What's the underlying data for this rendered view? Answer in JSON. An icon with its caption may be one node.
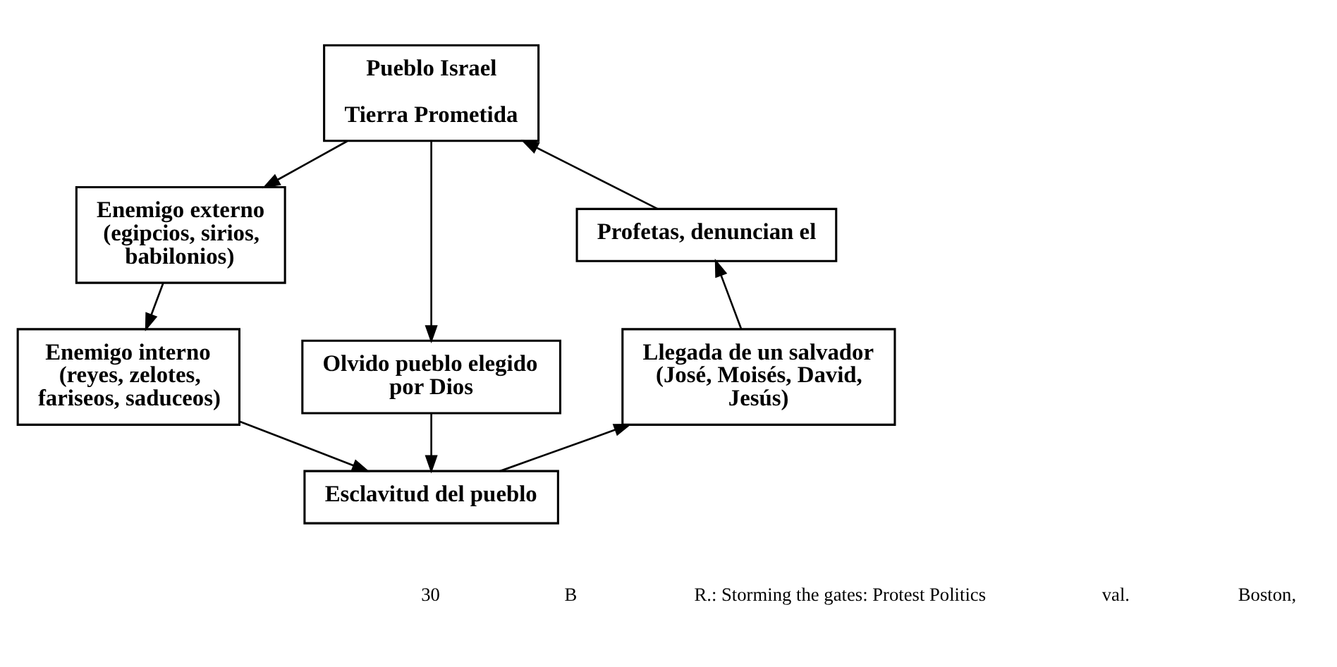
{
  "diagram": {
    "nodes": [
      {
        "text": [
          "Pueblo Israel",
          "Tierra Prometida"
        ]
      },
      {
        "text": [
          "Enemigo externo (egipcios, sirios, babilonios)"
        ]
      },
      {
        "text": [
          "Profetas, denuncian el"
        ]
      },
      {
        "text": [
          "Olvido pueblo elegido por Dios"
        ]
      },
      {
        "text": [
          "Enemigo interno (reyes, zelotes, fariseos, saduceos)"
        ]
      },
      {
        "text": [
          "Llegada de un salvador (José, Moisés, David, Jesús)"
        ]
      },
      {
        "text": [
          "Esclavitud del pueblo"
        ]
      }
    ],
    "edges": [
      {
        "from": 0,
        "to": 1,
        "arrow": "to"
      },
      {
        "from": 0,
        "to": 3,
        "arrow": "to"
      },
      {
        "from": 2,
        "to": 0,
        "arrow": "to"
      },
      {
        "from": 1,
        "to": 4,
        "arrow": "to"
      },
      {
        "from": 3,
        "to": 6,
        "arrow": "to"
      },
      {
        "from": 5,
        "to": 2,
        "arrow": "to"
      },
      {
        "from": 4,
        "to": 6,
        "arrow": "to"
      },
      {
        "from": 6,
        "to": 5,
        "arrow": "to"
      }
    ],
    "labels": [
      "30",
      "B",
      "R.: Storming the gates: Protest Politics",
      "val.",
      "Boston,"
    ]
  }
}
